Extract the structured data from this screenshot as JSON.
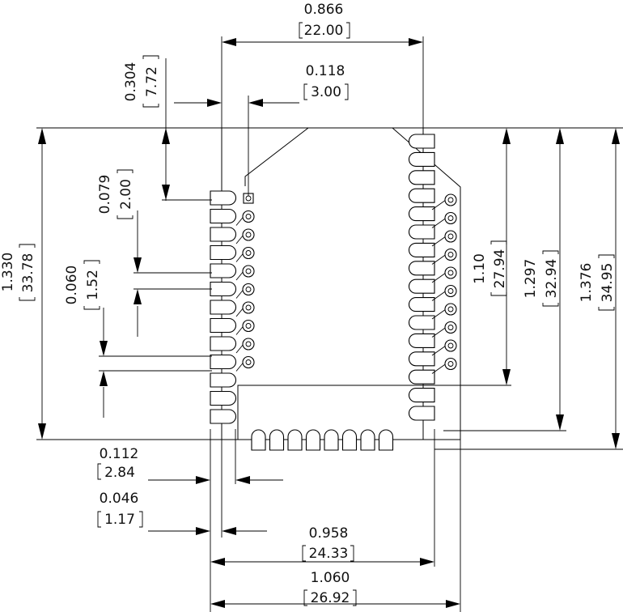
{
  "dims": {
    "overall_width": {
      "in": "0.866",
      "mm": "22.00"
    },
    "pin_offset_x": {
      "in": "0.118",
      "mm": "3.00"
    },
    "top_to_first_pin": {
      "in": "0.304",
      "mm": "7.72"
    },
    "pin1_offset_y": {
      "in": "0.079",
      "mm": "2.00"
    },
    "pin_pitch": {
      "in": "0.060",
      "mm": "1.52"
    },
    "height_overall": {
      "in": "1.330",
      "mm": "33.78"
    },
    "pin_span_right": {
      "in": "1.10",
      "mm": "27.94"
    },
    "height_right1": {
      "in": "1.297",
      "mm": "32.94"
    },
    "height_right2": {
      "in": "1.376",
      "mm": "34.95"
    },
    "pad_offset": {
      "in": "0.112",
      "mm": "2.84"
    },
    "pad_edge": {
      "in": "0.046",
      "mm": "1.17"
    },
    "pad_span": {
      "in": "0.958",
      "mm": "24.33"
    },
    "total_width": {
      "in": "1.060",
      "mm": "26.92"
    }
  }
}
